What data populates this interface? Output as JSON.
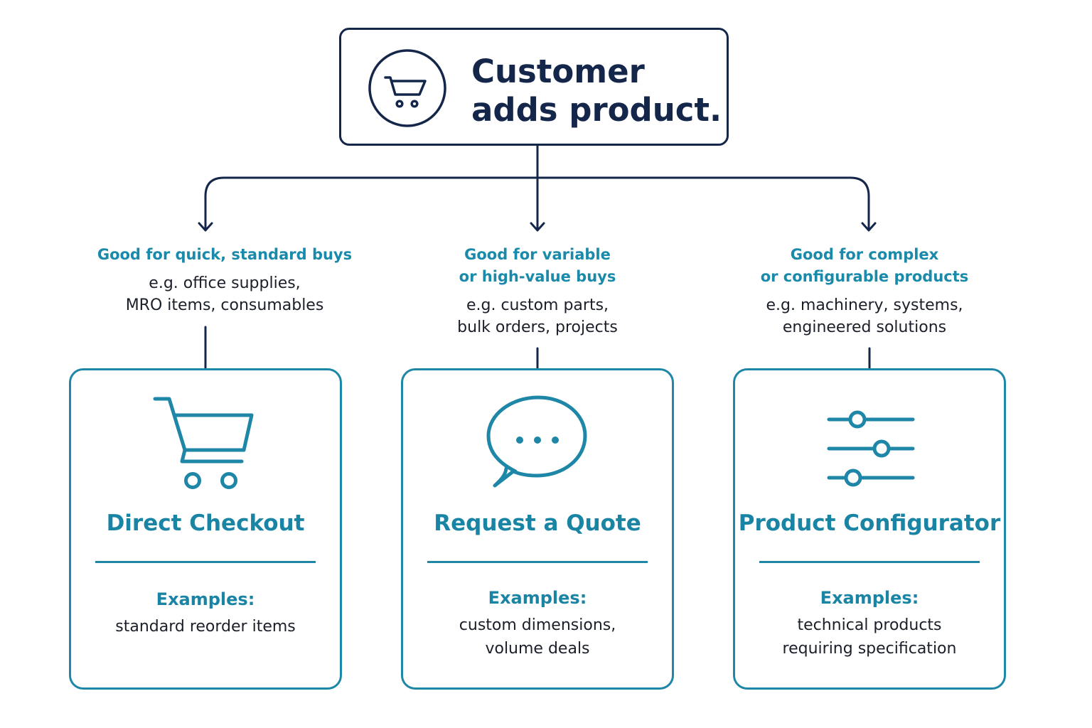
{
  "colors": {
    "navy": "#14264a",
    "teal": "#1e86a6",
    "teal_text": "#1a8aaa",
    "body_text": "#1b1f2a",
    "background": "#ffffff"
  },
  "root": {
    "icon": "shopping-cart-icon",
    "title_lines": [
      "Customer",
      "adds product."
    ]
  },
  "branches": [
    {
      "heading_lines": [
        "Good for quick, standard buys"
      ],
      "example_lines": [
        "e.g. office supplies,",
        "MRO items, consumables"
      ]
    },
    {
      "heading_lines": [
        "Good for variable",
        "or high-value buys"
      ],
      "example_lines": [
        "e.g. custom parts,",
        "bulk orders, projects"
      ]
    },
    {
      "heading_lines": [
        "Good for complex",
        "or configurable products"
      ],
      "example_lines": [
        "e.g. machinery, systems,",
        "engineered solutions"
      ]
    }
  ],
  "cards": [
    {
      "icon": "shopping-cart-icon",
      "title": "Direct Checkout",
      "examples_label": "Examples:",
      "examples_lines": [
        "standard reorder items"
      ]
    },
    {
      "icon": "speech-bubble-icon",
      "title": "Request a Quote",
      "examples_label": "Examples:",
      "examples_lines": [
        "custom dimensions,",
        "volume deals"
      ]
    },
    {
      "icon": "sliders-icon",
      "title": "Product Configurator",
      "examples_label": "Examples:",
      "examples_lines": [
        "technical products",
        "requiring specification"
      ]
    }
  ]
}
